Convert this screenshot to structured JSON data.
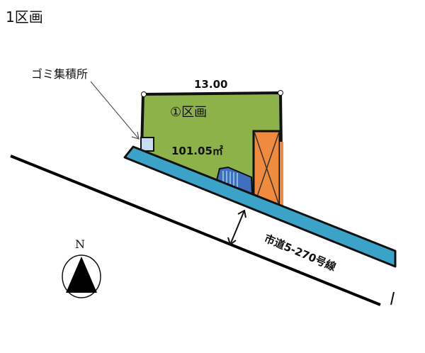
{
  "title": "1区画",
  "plan": {
    "frontage": "13.00",
    "lot_label": "①区画",
    "area": "101.05㎡",
    "garbage_label": "ゴミ集積所",
    "road_label": "市道5-270号線",
    "north_label": "N"
  },
  "colors": {
    "lot": "#8db24a",
    "sidewalk": "#3aa3c7",
    "parking": "#f08a3c",
    "stairs": "#3f6fbf",
    "garbage_area": "#c7dcf0"
  }
}
